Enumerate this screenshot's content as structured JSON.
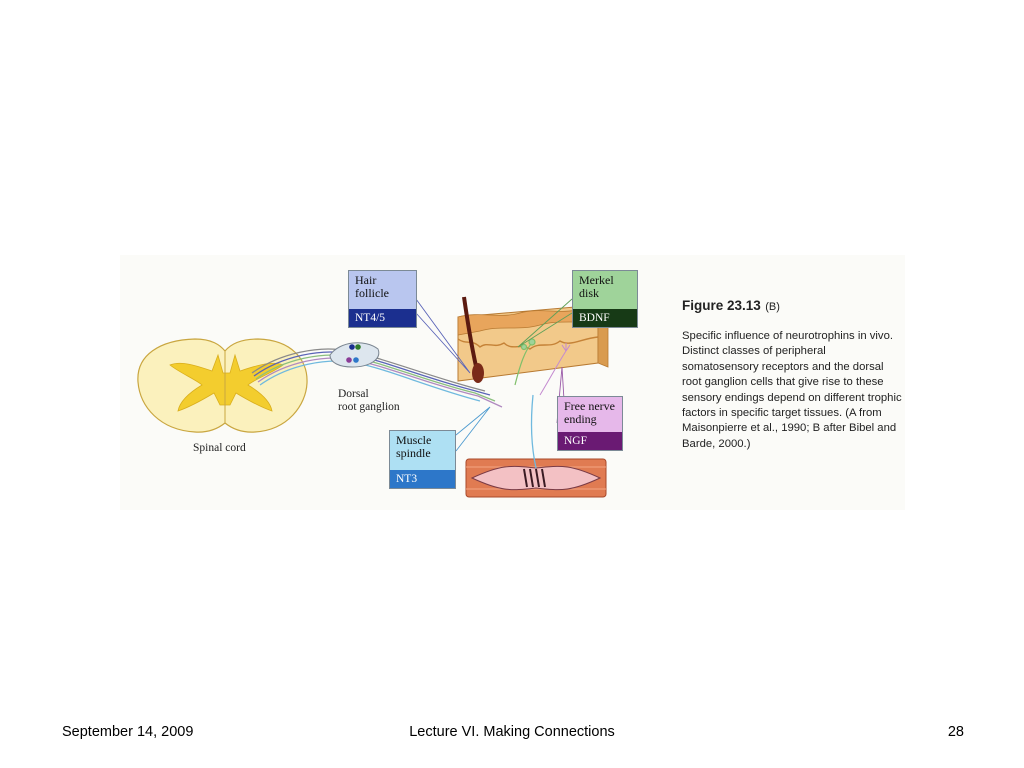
{
  "figure": {
    "labels": {
      "hair_follicle": {
        "name": "Hair\nfollicle",
        "factor": "NT4/5"
      },
      "merkel_disk": {
        "name": "Merkel\ndisk",
        "factor": "BDNF"
      },
      "free_nerve_ending": {
        "name": "Free nerve\nending",
        "factor": "NGF"
      },
      "muscle_spindle": {
        "name": "Muscle\nspindle",
        "factor": "NT3"
      }
    },
    "text": {
      "dorsal_root_ganglion": "Dorsal\nroot ganglion",
      "spinal_cord": "Spinal cord"
    },
    "caption": {
      "title": "Figure 23.13",
      "subtitle": "(B)",
      "body": "Specific influence of neurotrophins in vivo. Distinct classes of peripheral somatosensory receptors and the dorsal root ganglion cells that give rise to these sensory endings depend on different trophic factors in specific target tissues. (A from Maisonpierre et al., 1990; B after Bibel and Barde, 2000.)"
    },
    "colors": {
      "hair_follicle": "#1b2f8f",
      "merkel_disk": "#173a16",
      "free_nerve_ending": "#6a1a73",
      "muscle_spindle": "#2d77c9",
      "gray_matter": "#f3cd2e",
      "white_matter": "#fbf1bd"
    }
  },
  "footer": {
    "date": "September 14, 2009",
    "title": "Lecture VI. Making Connections",
    "page": "28"
  }
}
